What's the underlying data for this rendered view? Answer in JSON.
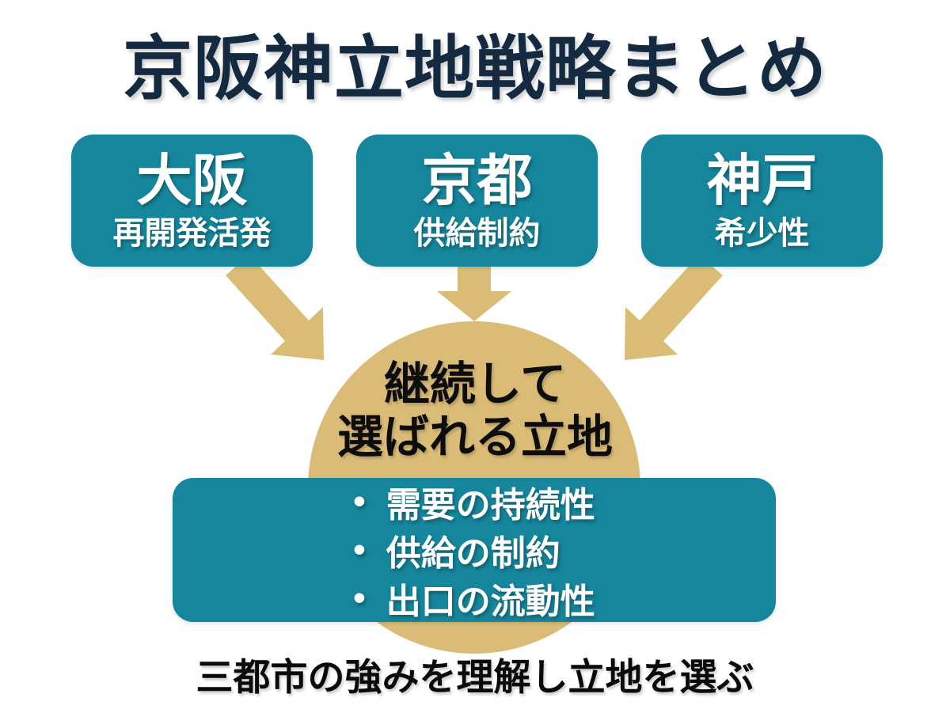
{
  "title": "京阪神立地戦略まとめ",
  "cities": [
    {
      "name": "大阪",
      "trait": "再開発活発"
    },
    {
      "name": "京都",
      "trait": "供給制約"
    },
    {
      "name": "神戸",
      "trait": "希少性"
    }
  ],
  "center_circle": {
    "line1": "継続して",
    "line2": "選ばれる立地"
  },
  "factors": {
    "bullet": "•",
    "items": [
      "需要の持続性",
      "供給の制約",
      "出口の流動性"
    ]
  },
  "footer": "三都市の強みを理解し立地を選ぶ",
  "colors": {
    "teal": "#16869c",
    "tan": "#dbbc77",
    "title_navy": "#132a40",
    "text_black": "#0d0d0d",
    "text_white": "#ffffff",
    "background": "#ffffff"
  }
}
